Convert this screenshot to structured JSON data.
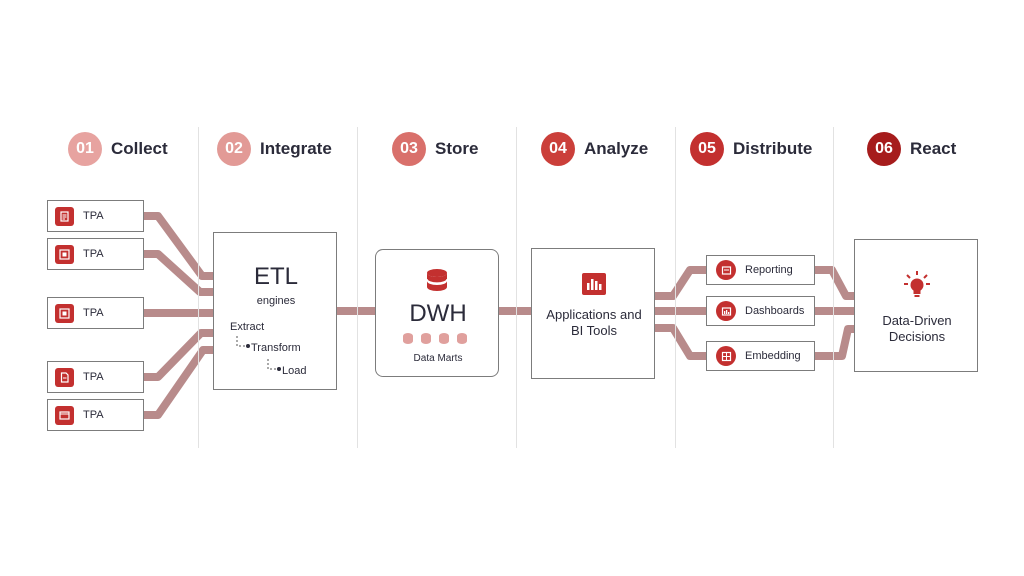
{
  "stages": [
    {
      "number": "01",
      "label": "Collect",
      "color": "#e7a3a0"
    },
    {
      "number": "02",
      "label": "Integrate",
      "color": "#e29a96"
    },
    {
      "number": "03",
      "label": "Store",
      "color": "#d9706b"
    },
    {
      "number": "04",
      "label": "Analyze",
      "color": "#cb3f3a"
    },
    {
      "number": "05",
      "label": "Distribute",
      "color": "#c3302f"
    },
    {
      "number": "06",
      "label": "React",
      "color": "#a61c1c"
    }
  ],
  "sources": [
    {
      "label": "TPA",
      "icon": "document-list-icon"
    },
    {
      "label": "TPA",
      "icon": "grid-box-icon"
    },
    {
      "label": "TPA",
      "icon": "grid-box-icon"
    },
    {
      "label": "TPA",
      "icon": "file-icon"
    },
    {
      "label": "TPA",
      "icon": "browser-window-icon"
    }
  ],
  "etl": {
    "title": "ETL",
    "subtitle": "engines",
    "steps": [
      "Extract",
      "Transform",
      "Load"
    ]
  },
  "dwh": {
    "title": "DWH",
    "subtitle": "Data Marts",
    "icon": "database-icon"
  },
  "analyze": {
    "line1": "Applications and",
    "line2": "BI Tools",
    "icon": "bar-chart-icon"
  },
  "outputs": [
    {
      "label": "Reporting",
      "icon": "report-icon"
    },
    {
      "label": "Dashboards",
      "icon": "dashboard-icon"
    },
    {
      "label": "Embedding",
      "icon": "table-icon"
    }
  ],
  "decisions": {
    "line1": "Data-Driven",
    "line2": "Decisions",
    "icon": "lightbulb-icon"
  },
  "colors": {
    "accent": "#c3302f",
    "connector": "#b88b8b",
    "border": "#7c7c7c",
    "text": "#2b2b3a"
  }
}
